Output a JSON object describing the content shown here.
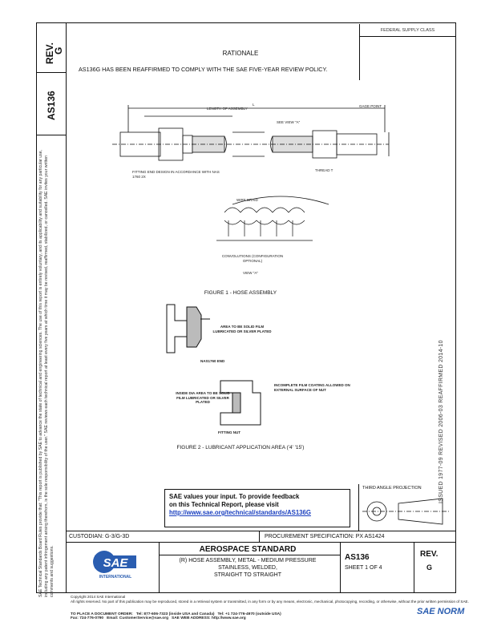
{
  "header": {
    "rev_label": "REV.",
    "rev_value": "G",
    "doc_number": "AS136",
    "fed_supply": "FEDERAL SUPPLY CLASS"
  },
  "rationale": {
    "title": "RATIONALE",
    "text": "AS136G HAS BEEN REAFFIRMED TO COMPLY WITH THE SAE FIVE-YEAR REVIEW POLICY."
  },
  "side_notice": "SAE Technical Standards Board Rules provide that: \"This report is published by SAE to advance the state of technical and engineering sciences. The use of this report is entirely voluntary, and its applicability and suitability for any particular use, including any patent infringement arising therefrom, is the sole responsibility of the user.\" SAE reviews each technical report at least every five years at which time it may be revised, reaffirmed, stabilized, or cancelled. SAE invites your written comments and suggestions.",
  "side_status": "ISSUED 1977-09    REVISED 2006-03    REAFFIRMED 2014-10",
  "figure1": {
    "caption": "FIGURE 1 - HOSE ASSEMBLY",
    "labels": {
      "length": "LENGTH OF ASSEMBLY",
      "l": "L",
      "see_view": "SEE VIEW \"A\"",
      "gage_point": "GAGE POINT",
      "fitting_end": "FITTING END DESIGN IN ACCORDANCE WITH NAS 1760 2X",
      "thread": "THREAD T",
      "wire_braid": "WIRE BRAID",
      "convolutions": "CONVOLUTIONS (CONFIGURATION OPTIONAL)",
      "view_a": "VIEW \"A\""
    }
  },
  "figure2": {
    "caption": "FIGURE 2 - LUBRICANT APPLICATION AREA ('4' '15')",
    "labels": {
      "area_lub": "AREA TO BE SOLID FILM LUBRICATED OR SILVER PLATED",
      "nas_end": "NAS1760 END",
      "incomplete": "INCOMPLETE FILM COATING ALLOWED ON EXTERNAL SURFACE OF NUT",
      "inside_dia": "INSIDE DIA AREA TO BE SOLID FILM LUBRICATED OR SILVER PLATED",
      "fitting_nut": "FITTING NUT"
    }
  },
  "feedback": {
    "line1": "SAE values your input. To provide feedback",
    "line2": "on this Technical Report, please visit",
    "url": "http://www.sae.org/technical/standards/AS136G"
  },
  "projection_label": "THIRD ANGLE PROJECTION",
  "title_block": {
    "custodian": "CUSTODIAN: G-3/G-3D",
    "procurement": "PROCUREMENT SPECIFICATION: PX AS1424",
    "standard": "AEROSPACE STANDARD",
    "title_lines": [
      "(R) HOSE ASSEMBLY, METAL - MEDIUM PRESSURE",
      "STAINLESS, WELDED,",
      "STRAIGHT TO STRAIGHT"
    ],
    "doc_number": "AS136",
    "sheet": "SHEET 1 OF 4",
    "rev_label": "REV.",
    "rev_value": "G",
    "logo_text": "SAE",
    "logo_sub": "INTERNATIONAL"
  },
  "footer": {
    "copyright": "Copyright 2014 SAE International",
    "rights": "All rights reserved. No part of this publication may be reproduced, stored in a retrieval system or transmitted, in any form or by any means, electronic, mechanical, photocopying, recording, or otherwise, without the prior written permission of SAE.",
    "order": "TO PLACE A DOCUMENT ORDER:",
    "tel": "Tel: 877-606-7323 (inside USA and Canada)",
    "tel2": "Tel: +1 724-776-4970 (outside USA)",
    "fax": "Fax: 724-776-0790",
    "email": "Email: CustomerService@sae.org",
    "web": "SAE WEB ADDRESS: http://www.sae.org"
  },
  "watermark": "SAE NORM"
}
